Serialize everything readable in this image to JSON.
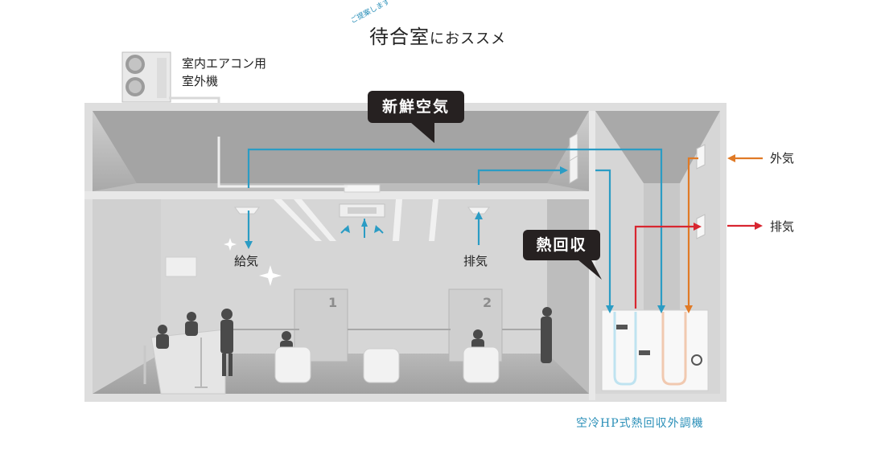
{
  "title": {
    "small": "ご提案します",
    "main": "待合室",
    "suffix": "におススメ"
  },
  "outdoor_ac_label_line1": "室内エアコン用",
  "outdoor_ac_label_line2": "室外機",
  "bubbles": {
    "fresh_air": "新鮮空気",
    "heat_recovery": "熱回収"
  },
  "labels": {
    "supply": "給気",
    "exhaust_room": "排気",
    "outside_air": "外気",
    "exhaust_out": "排気"
  },
  "doors": [
    "1",
    "2"
  ],
  "caption": "空冷HP式熱回収外調機",
  "colors": {
    "fresh": "#2b9cc4",
    "outside": "#e07a26",
    "exhaust": "#d82630",
    "bubble": "#262121",
    "caption": "#2a8fb8"
  }
}
